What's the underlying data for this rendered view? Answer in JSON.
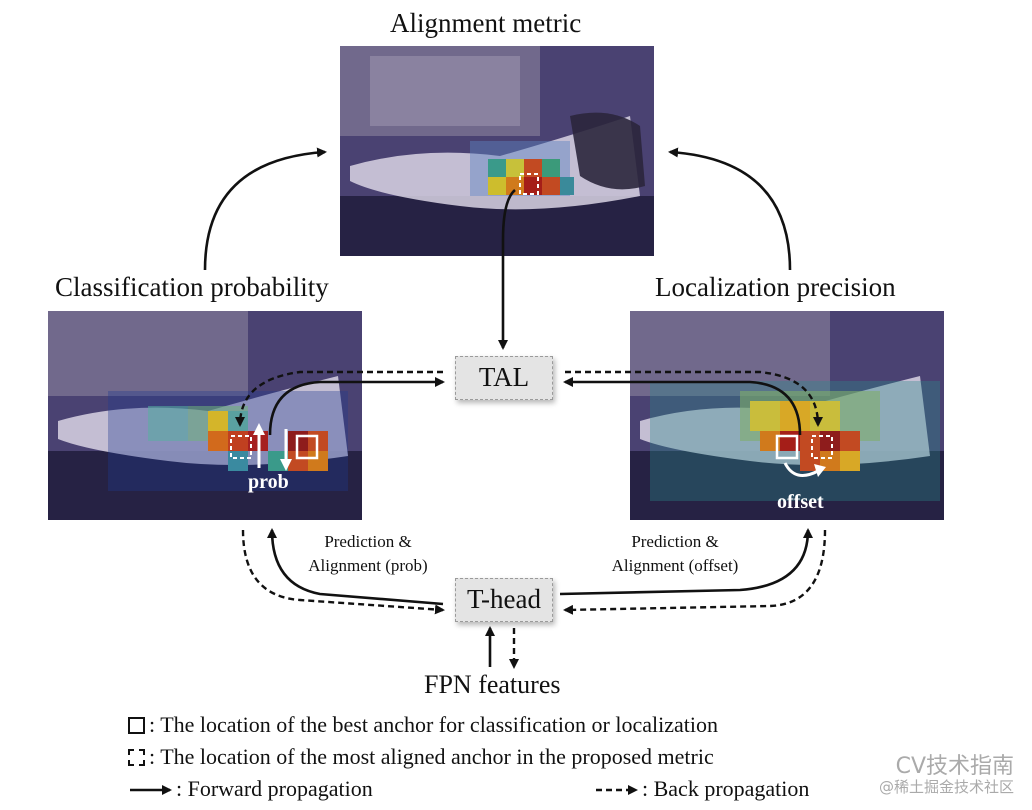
{
  "titles": {
    "alignment": "Alignment metric",
    "classification": "Classification probability",
    "localization": "Localization precision"
  },
  "boxes": {
    "tal": "TAL",
    "thead": "T-head"
  },
  "labels": {
    "prob": "prob",
    "offset": "offset",
    "pred_prob_1": "Prediction &",
    "pred_prob_2": "Alignment (prob)",
    "pred_off_1": "Prediction &",
    "pred_off_2": "Alignment (offset)",
    "fpn": "FPN features"
  },
  "legend": {
    "solid_box": ": The location of the best anchor for classification or localization",
    "dashed_box": ": The location of the most aligned anchor in the proposed metric",
    "forward": ": Forward propagation",
    "back": ": Back propagation"
  },
  "watermark": {
    "line1": "CV技术指南",
    "line2": "@稀土掘金技术社区"
  }
}
